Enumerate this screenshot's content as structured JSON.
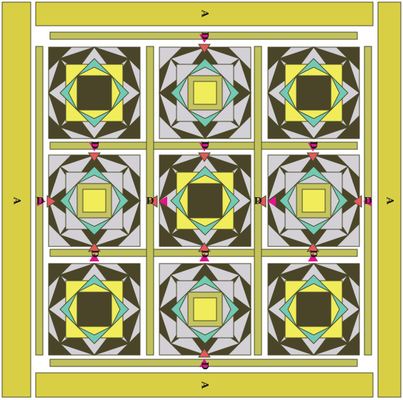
{
  "labels": {
    "border": "A",
    "sashing": "D"
  },
  "colors": {
    "border_fill": "#d9cf45",
    "sashing_fill": "#c2c25c",
    "outline": "#4a4a2a",
    "dark_olive": "#4a4528",
    "light_gray": "#d3d0d6",
    "yellow": "#f1ec5a",
    "teal": "#72c9b3",
    "olive_green": "#c5c45f",
    "arrow_red": "#e4585c",
    "arrow_magenta": "#e0148a"
  },
  "blocks": [
    {
      "variant": "light"
    },
    {
      "variant": "dark"
    },
    {
      "variant": "light"
    },
    {
      "variant": "dark"
    },
    {
      "variant": "light"
    },
    {
      "variant": "dark"
    },
    {
      "variant": "light"
    },
    {
      "variant": "dark"
    },
    {
      "variant": "light"
    }
  ]
}
